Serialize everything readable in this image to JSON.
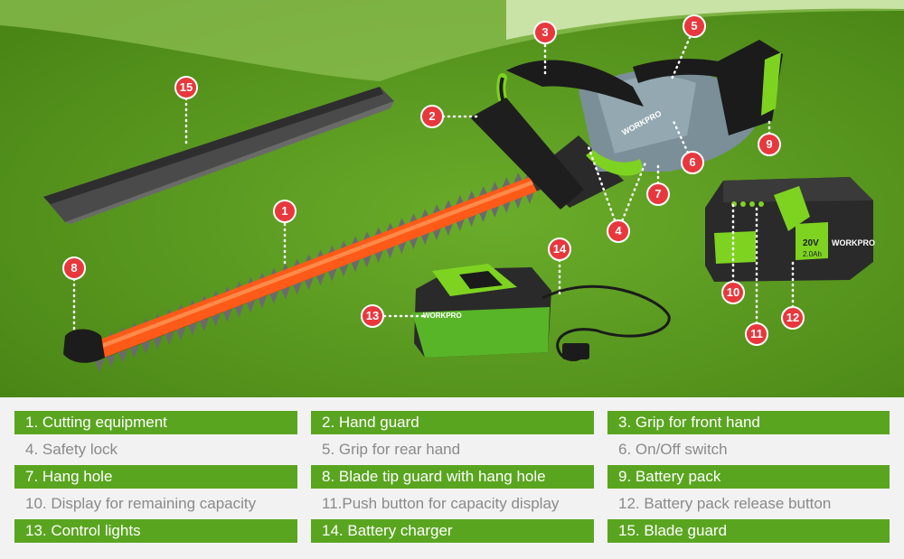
{
  "colors": {
    "green_bg": "#5a9a1e",
    "marker": "#e8383d",
    "legend_highlight": "#59a51f",
    "legend_text": "#8a8a8a"
  },
  "product": {
    "brand": "WORKPRO",
    "battery_voltage": "20V",
    "battery_capacity": "2.0Ah"
  },
  "markers": [
    "1",
    "2",
    "3",
    "4",
    "5",
    "6",
    "7",
    "8",
    "9",
    "10",
    "11",
    "12",
    "13",
    "14",
    "15"
  ],
  "legend": [
    [
      "1. Cutting equipment",
      "2. Hand guard",
      "3. Grip for front hand"
    ],
    [
      "4. Safety lock",
      "5. Grip for rear hand",
      "6. On/Off switch"
    ],
    [
      "7. Hang hole",
      "8. Blade tip guard with hang hole",
      "9. Battery pack"
    ],
    [
      "10. Display for remaining capacity",
      "11.Push button for capacity display",
      "12. Battery pack release button"
    ],
    [
      "13. Control lights",
      "14. Battery charger",
      "15. Blade guard"
    ]
  ]
}
